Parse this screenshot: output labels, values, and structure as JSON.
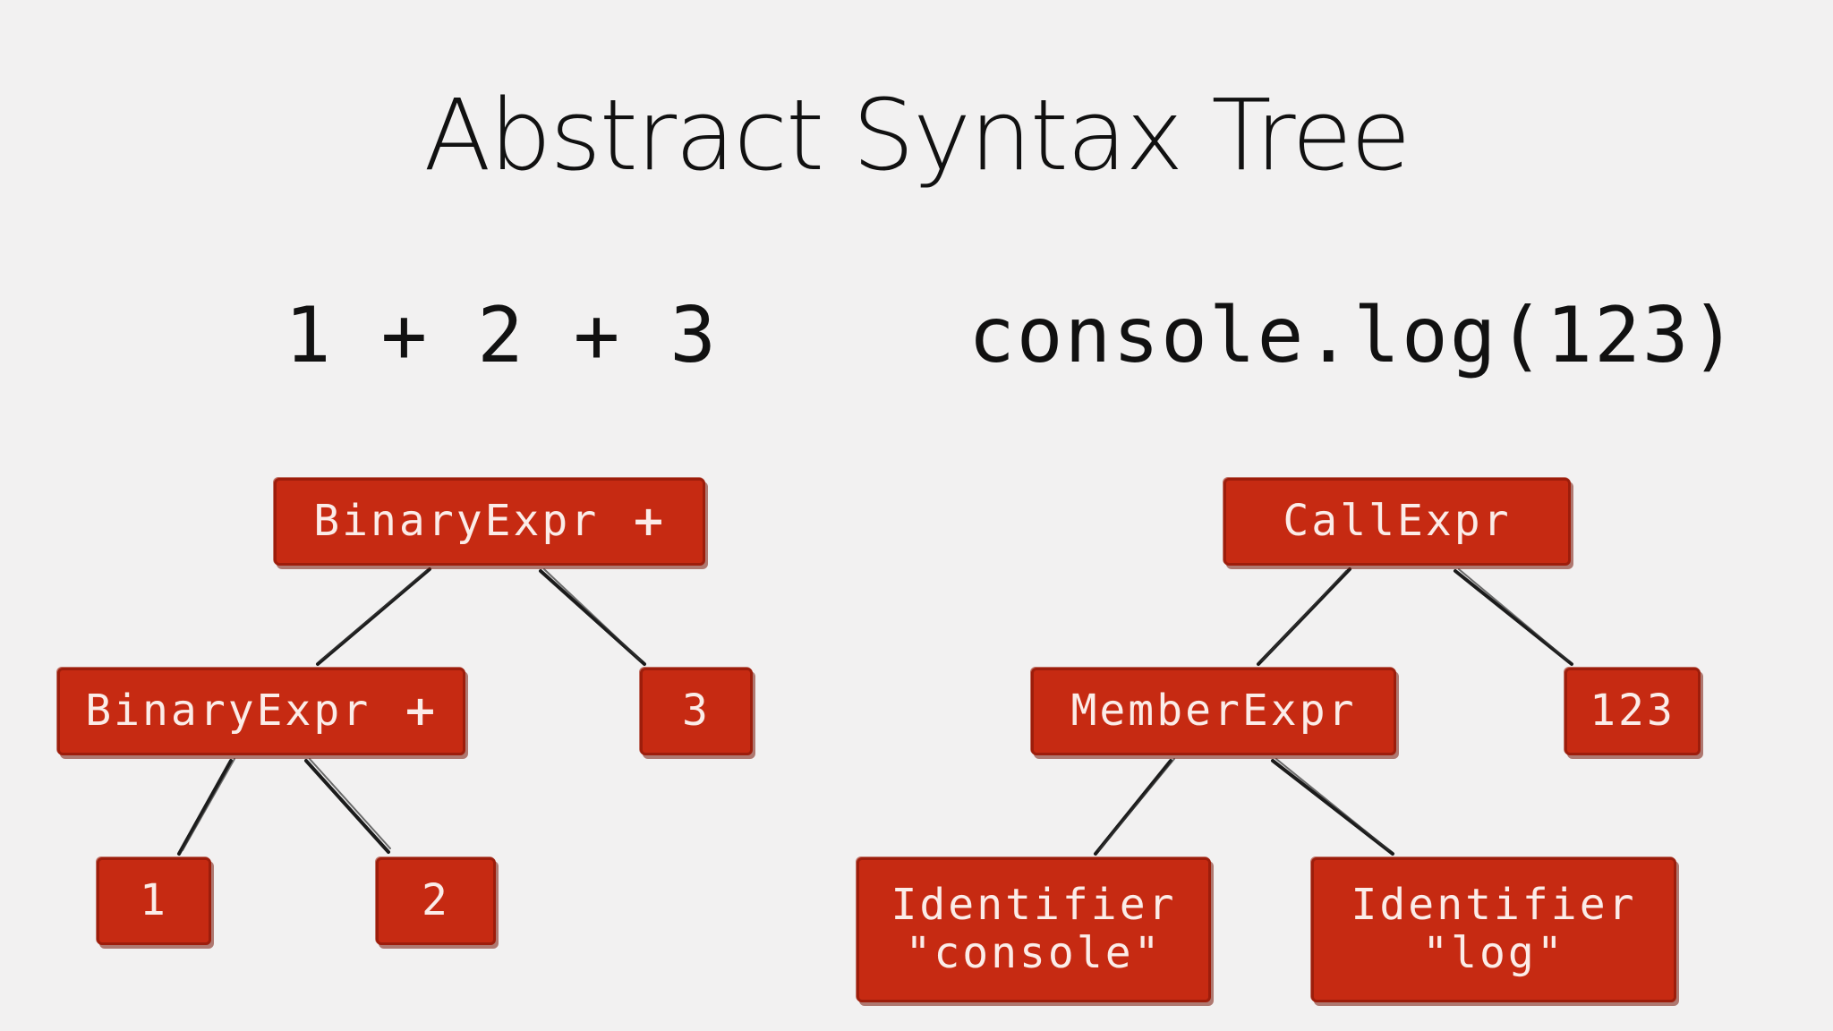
{
  "title": "Abstract Syntax Tree",
  "examples": {
    "left_expression": "1 + 2 + 3",
    "right_expression": "console.log(123)"
  },
  "left_tree": {
    "root": {
      "label": "BinaryExpr",
      "operator": "+"
    },
    "left_child": {
      "label": "BinaryExpr",
      "operator": "+"
    },
    "right_child": {
      "label": "3"
    },
    "left_left": {
      "label": "1"
    },
    "left_right": {
      "label": "2"
    }
  },
  "right_tree": {
    "root": {
      "label": "CallExpr"
    },
    "callee": {
      "label": "MemberExpr"
    },
    "argument": {
      "label": "123"
    },
    "object": {
      "line1": "Identifier",
      "line2": "\"console\""
    },
    "property": {
      "line1": "Identifier",
      "line2": "\"log\""
    }
  },
  "colors": {
    "background": "#f2f1f1",
    "node_fill": "#c62a12",
    "node_text": "#fbece8",
    "edge": "#1b1b1b"
  }
}
